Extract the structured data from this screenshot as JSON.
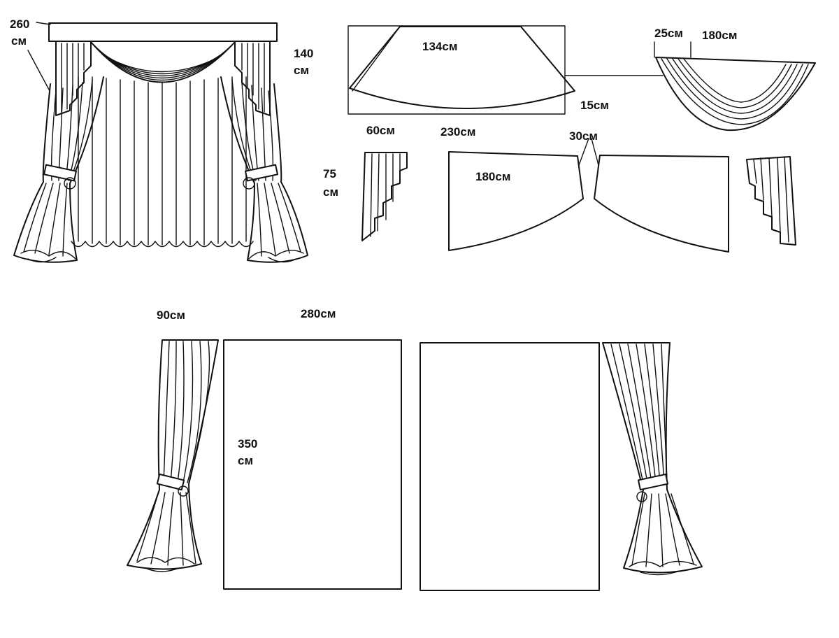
{
  "labels": {
    "rod_width": "260",
    "rod_unit": "см",
    "drop_value": "140",
    "drop_unit": "см",
    "swag_width": "134см",
    "swag_depth": "15см",
    "swag_top_offset": "25см",
    "swag_full_width": "180см",
    "jabot_width": "60см",
    "jabot_height_value": "75",
    "jabot_height_unit": "см",
    "cutout_width": "230см",
    "cutout_height": "180см",
    "cutout_gap": "30см",
    "curtain_width": "90см",
    "panel_width": "280см",
    "panel_height_value": "350",
    "panel_height_unit": "см"
  }
}
